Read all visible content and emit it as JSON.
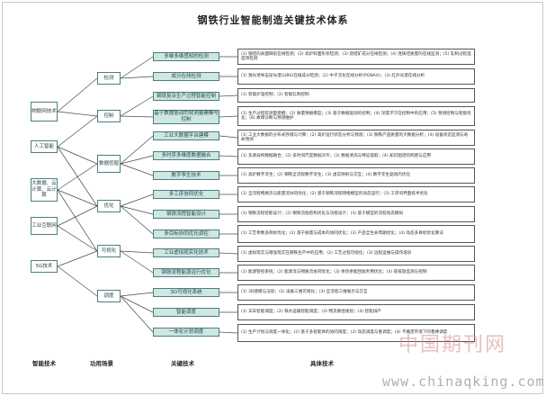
{
  "title": "钢铁行业智能制造关键技术体系",
  "col1": [
    {
      "label": "物联网技术"
    },
    {
      "label": "人工智能"
    },
    {
      "label": "大数据、云计算、云计算"
    },
    {
      "label": "工业互联网"
    },
    {
      "label": "5G技术"
    }
  ],
  "col2": [
    {
      "label": "检测"
    },
    {
      "label": "控制"
    },
    {
      "label": "数据挖掘"
    },
    {
      "label": "优化"
    },
    {
      "label": "可视化"
    },
    {
      "label": "调度"
    }
  ],
  "col3": [
    {
      "label": "多维多维感知的检测"
    },
    {
      "label": "成分在线检测"
    },
    {
      "label": "钢铁复杂生产过程智能控制"
    },
    {
      "label": "基于数据驱动的软测量建模与控制"
    },
    {
      "label": "工业大数据平台建模"
    },
    {
      "label": "多时序多维度数据融合"
    },
    {
      "label": "数字孪生技术"
    },
    {
      "label": "多工序协同优化"
    },
    {
      "label": "钢铁流程智能设计"
    },
    {
      "label": "多目标协同优化调控"
    },
    {
      "label": "工业虚拟现实化技术"
    },
    {
      "label": "钢铁流程能源运行优化"
    },
    {
      "label": "3D可视化系统"
    },
    {
      "label": "智能调度"
    },
    {
      "label": "一体化计划调度"
    }
  ],
  "col4": [
    {
      "label": "(1) 钢坯的表面缺陷在线检测；(2) 高炉料面形状检测；(3) 烧结矿成分在线检测；(4) 连铸坯质量的在线监测；(5) 轧制过程温度场检测"
    },
    {
      "label": "(1) 激光诱导击穿光谱(LIBS)在线成分检测；(2) 中子活化在线分析(PGNAA)；(3) 红外光谱在线分析"
    },
    {
      "label": "(1) 智能炉温控制；(2) 智能轧制控制"
    },
    {
      "label": "(1) 生产过程软测量建模；(2) 质量预报模型；(3) 基于数据驱动的控制；(4) 深度学习在控制中的应用；(5) 预测控制与智能优化；(6) 故障诊断与预测维护"
    },
    {
      "label": "(1) 工业大数据的分布式存储与计算；(2) 高炉运行状态分析与预测；(3) 钢铁产品质量的大数据分析；(4) 设备状态监测与寿命预测"
    },
    {
      "label": "(1) 多源异构数据融合；(2) 多时间尺度数据对齐；(3) 数据清洗与特征提取；(4) 知识图谱的构建与应用"
    },
    {
      "label": "(1) 高炉数字孪生；(2) 钢铁全流程数字孪生；(3) 虚实映射与交互；(4) 数字孪生驱动的优化"
    },
    {
      "label": "(1) 全流程物质流与能量流协同优化；(2) 基于钢铁流程网络模型的动态运行；(3) 工序间界面技术优化"
    },
    {
      "label": "(1) 钢铁流程智能设计；(2) 钢铁流程结构优化与功能设计；(3) 基于模型的流程动态模拟"
    },
    {
      "label": "(1) 工艺参数多目标优化；(2) 基于质量与成本的协同优化；(3) 产品全生命周期优化；(4) 动态多目标优化算法"
    },
    {
      "label": "(1) 虚拟现实与增强现实在钢铁生产中的应用；(2) 工艺过程可视化；(3) 远程运维与操作培训"
    },
    {
      "label": "(1) 能源管控系统；(2) 能源流与物质流协同优化；(3) 余热余能回收利用优化；(4) 碳排放监测与控制"
    },
    {
      "label": "(1) 3D建模与渲染；(2) 设备三维可视化；(3) 全流程三维展示与交互"
    },
    {
      "label": "(1) 天车智能调度；(2) 铁水运输智能调度；(3) 物流路径规划；(4) 智能排产"
    },
    {
      "label": "(1) 生产计划与调度一体化；(2) 基于多智能体的协同调度；(3) 动态调度与重调度；(4) 不确定环境下的鲁棒调度"
    }
  ],
  "legend": {
    "c1": "智能技术",
    "c2": "功用场景",
    "c3": "关键技术",
    "c4": "具体技术"
  },
  "watermark": "中国期刊网",
  "watermark_url": "www.chinaqking.com"
}
